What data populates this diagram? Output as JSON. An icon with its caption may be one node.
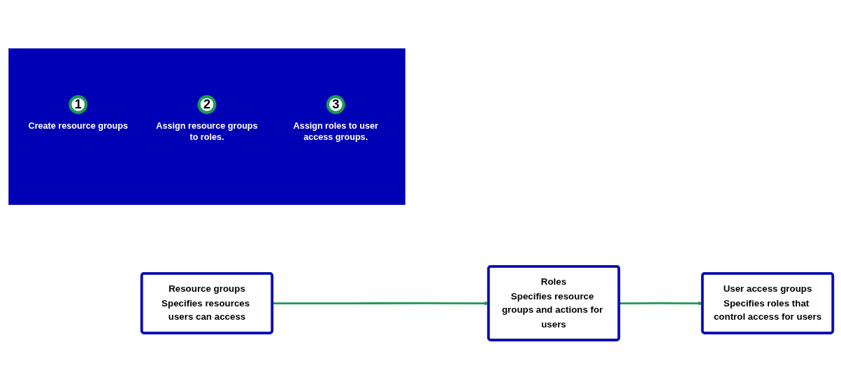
{
  "diagram": {
    "nodes": [
      {
        "text": [
          "Resource groups",
          "Specifies resources users can access"
        ]
      },
      {
        "text": [
          "Roles",
          "Specifies resource groups and actions for users"
        ]
      },
      {
        "text": [
          "User access groups",
          "Specifies roles that control access for users"
        ]
      },
      {
        "text": [],
        "shape": "box"
      },
      {
        "text": [
          "1"
        ],
        "in": 3,
        "beside": [
          "Create resource groups"
        ]
      },
      {
        "text": [
          "2"
        ],
        "in": 3,
        "beside": [
          "Assign resource groups to roles."
        ]
      },
      {
        "text": [
          "3"
        ],
        "in": 3,
        "beside": [
          "Assign roles to user access groups."
        ]
      }
    ],
    "edges": [
      {
        "from": 0,
        "to": 1,
        "arrow": "to"
      },
      {
        "from": 1,
        "to": 2,
        "arrow": "to"
      }
    ]
  }
}
